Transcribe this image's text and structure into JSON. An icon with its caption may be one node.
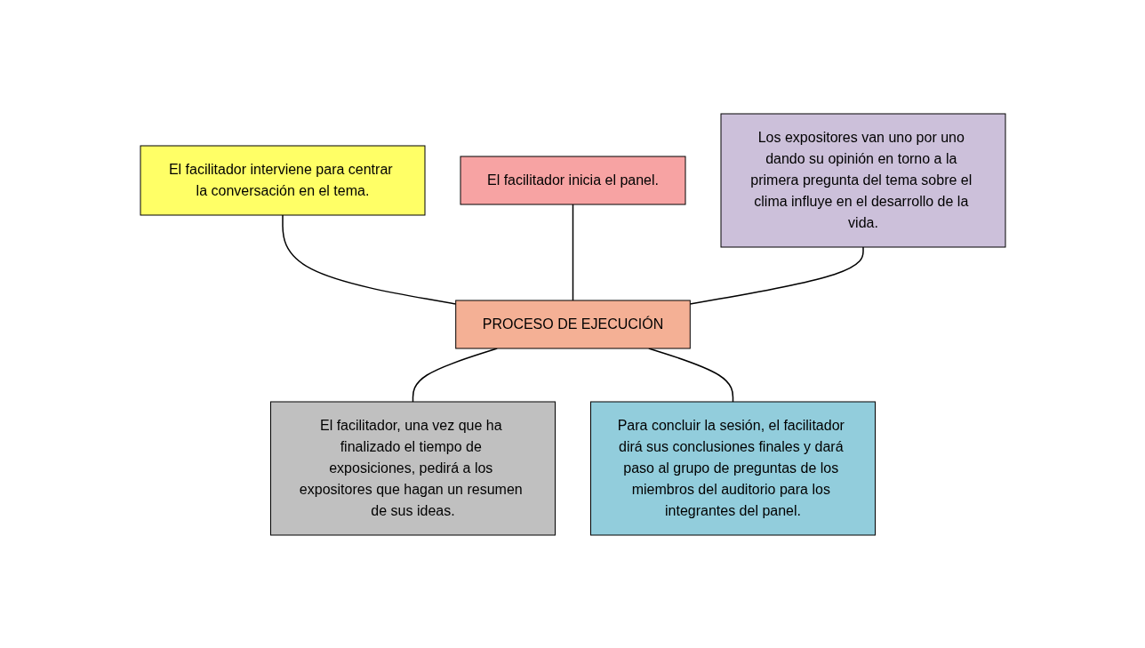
{
  "diagram": {
    "nodes": [
      {
        "text": [
          "El facilitador interviene para centrar la conversación en el tema."
        ]
      },
      {
        "text": [
          "El facilitador inicia el panel."
        ]
      },
      {
        "text": [
          "Los expositores van uno por uno dando su opinión en torno a la primera pregunta del tema sobre el clima influye en el desarrollo de la vida."
        ]
      },
      {
        "text": [
          "El facilitador, una vez que ha finalizado el tiempo de exposiciones, pedirá a los expositores que hagan un resumen de sus ideas."
        ]
      },
      {
        "text": [
          "PROCESO DE EJECUCIÓN"
        ]
      },
      {
        "text": [
          "Para concluir la sesión, el facilitador dirá sus conclusiones finales y dará paso al grupo de preguntas de los miembros del auditorio para los integrantes del panel."
        ]
      }
    ],
    "edges": [
      {
        "from": 0,
        "to": 4,
        "arrow": "none"
      },
      {
        "from": 1,
        "to": 4,
        "arrow": "none"
      },
      {
        "from": 2,
        "to": 4,
        "arrow": "none"
      },
      {
        "from": 4,
        "to": 3,
        "arrow": "none"
      },
      {
        "from": 4,
        "to": 5,
        "arrow": "none"
      }
    ]
  }
}
